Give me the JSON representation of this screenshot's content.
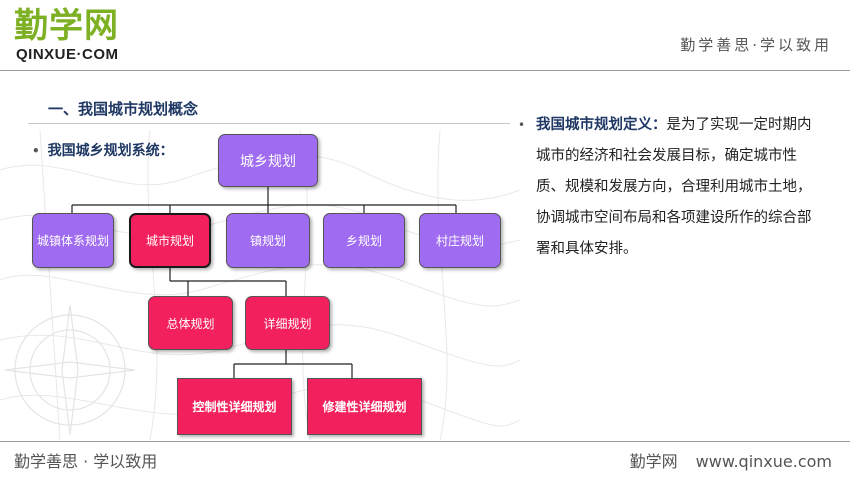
{
  "header": {
    "logo_text": "勤学网",
    "logo_sub": "QINXUE·COM",
    "motto": "勤学善思·学以致用"
  },
  "section": {
    "title": "一、我国城市规划概念",
    "bullet": "我国城乡规划系统："
  },
  "chart": {
    "root": "城乡规划",
    "level1": [
      "城镇体系规划",
      "城市规划",
      "镇规划",
      "乡规划",
      "村庄规划"
    ],
    "level2": [
      "总体规划",
      "详细规划"
    ],
    "level3": [
      "控制性详细规划",
      "修建性详细规划"
    ]
  },
  "definition": {
    "term": "我国城市规划定义：",
    "text": "是为了实现一定时期内城市的经济和社会发展目标，确定城市性质、规模和发展方向，合理利用城市土地，协调城市空间布局和各项建设所作的综合部署和具体安排。"
  },
  "footer": {
    "motto": "勤学善思 · 学以致用",
    "brand": "勤学网",
    "url": "www.qinxue.com"
  },
  "colors": {
    "purple_node": "#9f6bf0",
    "red_node": "#f2215d",
    "title_blue": "#1f3864",
    "logo_green": "#7db023"
  }
}
